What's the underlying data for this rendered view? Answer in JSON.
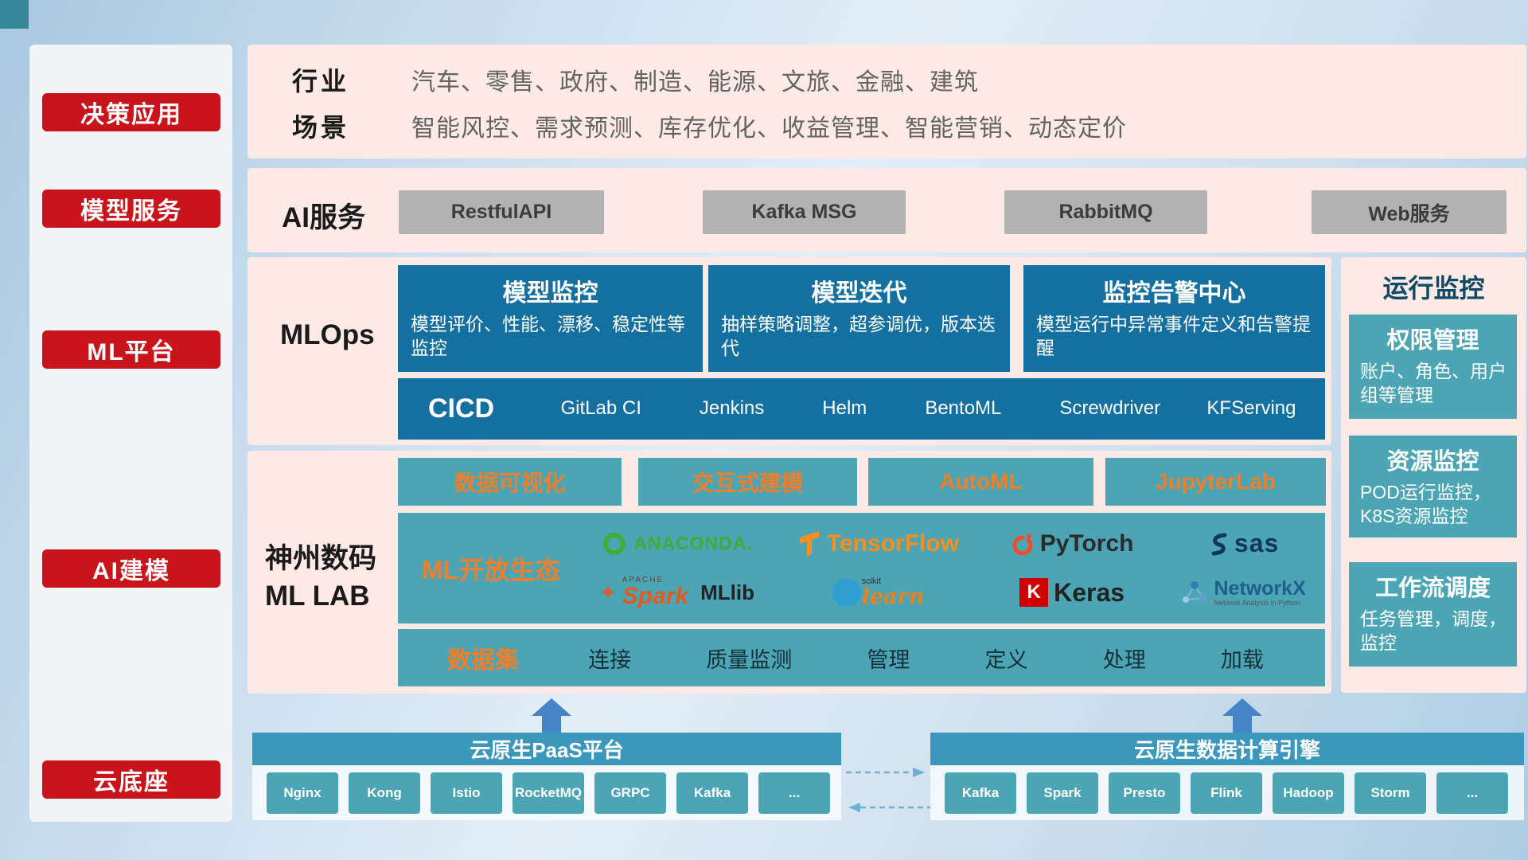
{
  "colors": {
    "red": "#c9141b",
    "pink_panel": "#fdeae6",
    "blue_card": "#1470a0",
    "teal": "#4ba5b4",
    "orange": "#ee7f2b",
    "header_blue": "#3b97bc",
    "gray_button": "#b2b2b2"
  },
  "sidebar": {
    "items": [
      {
        "label": "决策应用"
      },
      {
        "label": "模型服务"
      },
      {
        "label": "ML平台"
      },
      {
        "label": "AI建模"
      },
      {
        "label": "云底座"
      }
    ]
  },
  "industry": {
    "rows": [
      {
        "label": "行业",
        "value": "汽车、零售、政府、制造、能源、文旅、金融、建筑"
      },
      {
        "label": "场景",
        "value": "智能风控、需求预测、库存优化、收益管理、智能营销、动态定价"
      }
    ]
  },
  "ai_service": {
    "label": "AI服务",
    "items": [
      {
        "label": "RestfulAPI"
      },
      {
        "label": "Kafka MSG"
      },
      {
        "label": "RabbitMQ"
      },
      {
        "label": "Web服务"
      }
    ]
  },
  "mlops": {
    "label": "MLOps",
    "cards": [
      {
        "title": "模型监控",
        "desc": "模型评价、性能、漂移、稳定性等监控"
      },
      {
        "title": "模型迭代",
        "desc": "抽样策略调整，超参调优，版本迭代"
      },
      {
        "title": "监控告警中心",
        "desc": "模型运行中异常事件定义和告警提醒"
      }
    ],
    "cicd": {
      "label": "CICD",
      "tools": [
        {
          "label": "GitLab CI"
        },
        {
          "label": "Jenkins"
        },
        {
          "label": "Helm"
        },
        {
          "label": "BentoML"
        },
        {
          "label": "Screwdriver"
        },
        {
          "label": "KFServing"
        }
      ]
    }
  },
  "mllab": {
    "label_line1": "神州数码",
    "label_line2": "ML LAB",
    "tools": [
      {
        "label": "数据可视化"
      },
      {
        "label": "交互式建模"
      },
      {
        "label": "AutoML"
      },
      {
        "label": "JupyterLab"
      }
    ],
    "ecosystem": {
      "label": "ML开放生态",
      "logos": {
        "anaconda": "ANACONDA.",
        "tensorflow": "TensorFlow",
        "pytorch": "PyTorch",
        "sas": "sas",
        "spark_small": "APACHE",
        "spark": "Spark",
        "mllib": "MLlib",
        "scikit_small": "scikit",
        "scikit": "learn",
        "keras_letter": "K",
        "keras": "Keras",
        "networkx": "NetworkX",
        "networkx_sub": "Network Analysis in Python"
      }
    },
    "dataset": {
      "label": "数据集",
      "items": [
        {
          "label": "连接"
        },
        {
          "label": "质量监测"
        },
        {
          "label": "管理"
        },
        {
          "label": "定义"
        },
        {
          "label": "处理"
        },
        {
          "label": "加载"
        }
      ]
    }
  },
  "monitor": {
    "title": "运行监控",
    "cards": [
      {
        "title": "权限管理",
        "desc": "账户、角色、用户组等管理"
      },
      {
        "title": "资源监控",
        "desc": "POD运行监控，K8S资源监控"
      },
      {
        "title": "工作流调度",
        "desc": "任务管理，调度，监控"
      }
    ]
  },
  "bottom": {
    "paas": {
      "title": "云原生PaaS平台",
      "items": [
        {
          "label": "Nginx"
        },
        {
          "label": "Kong"
        },
        {
          "label": "Istio"
        },
        {
          "label": "RocketMQ"
        },
        {
          "label": "GRPC"
        },
        {
          "label": "Kafka"
        },
        {
          "label": "..."
        }
      ]
    },
    "engine": {
      "title": "云原生数据计算引擎",
      "items": [
        {
          "label": "Kafka"
        },
        {
          "label": "Spark"
        },
        {
          "label": "Presto"
        },
        {
          "label": "Flink"
        },
        {
          "label": "Hadoop"
        },
        {
          "label": "Storm"
        },
        {
          "label": "..."
        }
      ]
    }
  }
}
